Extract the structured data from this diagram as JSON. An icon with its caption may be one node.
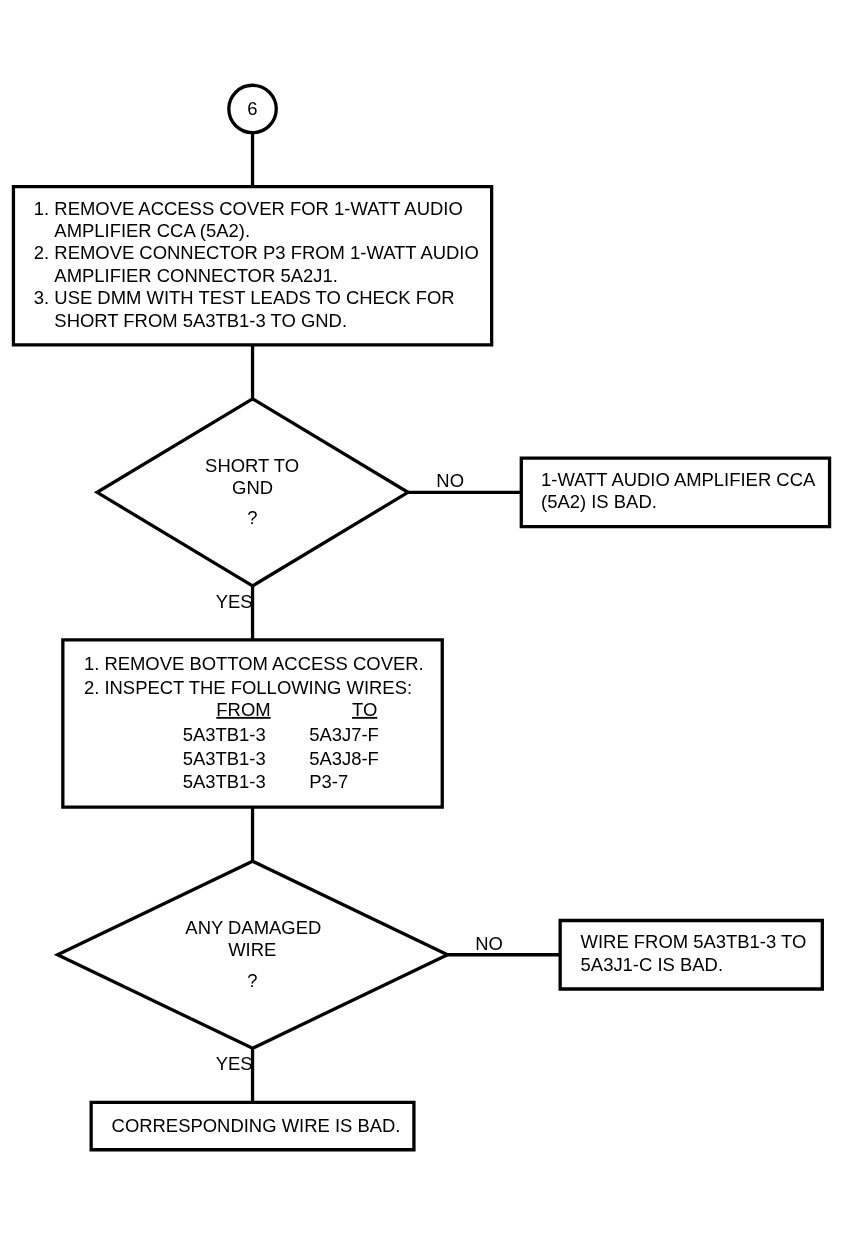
{
  "diagram": {
    "nodes": [
      {
        "text": [
          "6"
        ]
      },
      {
        "text": [
          "1. REMOVE ACCESS COVER FOR 1-WATT AUDIO AMPLIFIER CCA (5A2).",
          "2. REMOVE CONNECTOR P3 FROM 1-WATT AUDIO AMPLIFIER CONNECTOR 5A2J1.",
          "3. USE DMM WITH TEST LEADS TO CHECK FOR SHORT FROM 5A3TB1-3 TO GND."
        ]
      },
      {
        "text": [
          "SHORT TO GND",
          "?"
        ]
      },
      {
        "text": [
          "1-WATT AUDIO AMPLIFIER CCA (5A2) IS BAD."
        ]
      },
      {
        "text": [
          "1. REMOVE BOTTOM ACCESS COVER.",
          "2. INSPECT THE FOLLOWING WIRES:",
          "FROM",
          "TO",
          "5A3TB1-3",
          "5A3J7-F",
          "5A3TB1-3",
          "5A3J8-F",
          "5A3TB1-3",
          "P3-7"
        ]
      },
      {
        "text": [
          "ANY DAMAGED WIRE",
          "?"
        ]
      },
      {
        "text": [
          "WIRE FROM 5A3TB1-3 TO 5A3J1-C IS BAD."
        ]
      },
      {
        "text": [
          "CORRESPONDING WIRE IS BAD."
        ]
      }
    ],
    "edges": [
      {
        "from": 0,
        "to": 1,
        "arrow": "none"
      },
      {
        "from": 1,
        "to": 2,
        "arrow": "none"
      },
      {
        "from": 2,
        "to": 3,
        "arrow": "none",
        "label": "NO"
      },
      {
        "from": 2,
        "to": 4,
        "arrow": "none",
        "label": "YES"
      },
      {
        "from": 4,
        "to": 5,
        "arrow": "none"
      },
      {
        "from": 5,
        "to": 6,
        "arrow": "none",
        "label": "NO"
      },
      {
        "from": 5,
        "to": 7,
        "arrow": "none",
        "label": "YES"
      }
    ]
  }
}
